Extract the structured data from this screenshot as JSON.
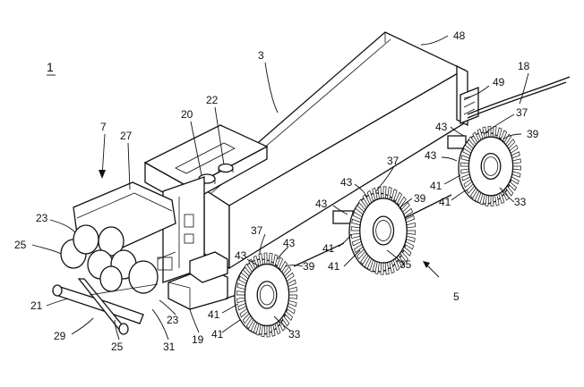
{
  "figure": {
    "labels": [
      {
        "id": "fig",
        "text": "1"
      },
      {
        "id": "L7",
        "text": "7"
      },
      {
        "id": "L27",
        "text": "27"
      },
      {
        "id": "L20",
        "text": "20"
      },
      {
        "id": "L22",
        "text": "22"
      },
      {
        "id": "L3",
        "text": "3"
      },
      {
        "id": "L48",
        "text": "48"
      },
      {
        "id": "L18",
        "text": "18"
      },
      {
        "id": "L49",
        "text": "49"
      },
      {
        "id": "L43a",
        "text": "43"
      },
      {
        "id": "L37a",
        "text": "37"
      },
      {
        "id": "L39a",
        "text": "39"
      },
      {
        "id": "L43b",
        "text": "43"
      },
      {
        "id": "L41a",
        "text": "41"
      },
      {
        "id": "L41b",
        "text": "41"
      },
      {
        "id": "L33a",
        "text": "33"
      },
      {
        "id": "L37b",
        "text": "37"
      },
      {
        "id": "L43c",
        "text": "43"
      },
      {
        "id": "L43d",
        "text": "43"
      },
      {
        "id": "L39b",
        "text": "39"
      },
      {
        "id": "L41c",
        "text": "41"
      },
      {
        "id": "L41d",
        "text": "41"
      },
      {
        "id": "L35",
        "text": "35"
      },
      {
        "id": "L5",
        "text": "5"
      },
      {
        "id": "L23a",
        "text": "23"
      },
      {
        "id": "L25a",
        "text": "25"
      },
      {
        "id": "L21",
        "text": "21"
      },
      {
        "id": "L29",
        "text": "29"
      },
      {
        "id": "L25b",
        "text": "25"
      },
      {
        "id": "L31",
        "text": "31"
      },
      {
        "id": "L23b",
        "text": "23"
      },
      {
        "id": "L19",
        "text": "19"
      },
      {
        "id": "L37c",
        "text": "37"
      },
      {
        "id": "L43e",
        "text": "43"
      },
      {
        "id": "L43f",
        "text": "43"
      },
      {
        "id": "L39c",
        "text": "39"
      },
      {
        "id": "L41e",
        "text": "41"
      },
      {
        "id": "L41f",
        "text": "41"
      },
      {
        "id": "L33b",
        "text": "33"
      }
    ]
  }
}
